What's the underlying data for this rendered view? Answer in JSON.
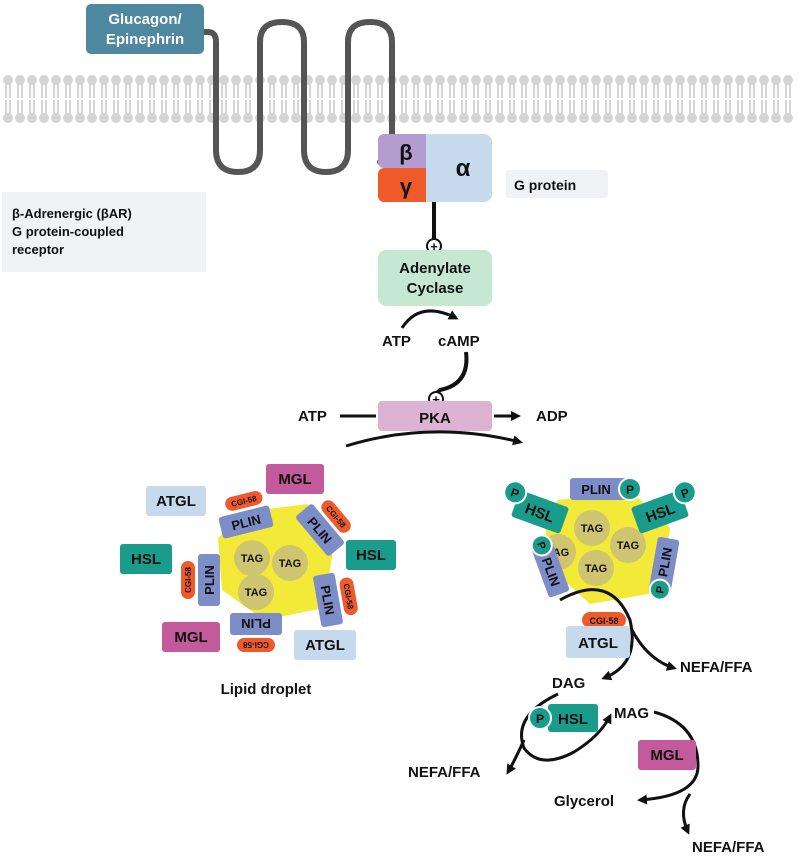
{
  "ligand": {
    "line1": "Glucagon/",
    "line2": "Epinephrin",
    "color": "#4e87a0"
  },
  "receptor": {
    "line1": "β-Adrenergic (βAR)",
    "line2": "G protein-coupled",
    "line3": "receptor"
  },
  "g_protein": {
    "beta": "β",
    "gamma": "γ",
    "alpha": "α",
    "label": "G protein",
    "beta_color": "#b39ccf",
    "gamma_color": "#ef5a2a",
    "alpha_color": "#c7d9ec"
  },
  "adenylate_cyclase": {
    "line1": "Adenylate",
    "line2": "Cyclase",
    "color": "#c6e8d2"
  },
  "activation_sign": "+",
  "atp_left": "ATP",
  "camp": "cAMP",
  "atp_pka": "ATP",
  "pka": {
    "label": "PKA",
    "color": "#dcb3d3"
  },
  "adp": "ADP",
  "droplet_left": {
    "caption": "Lipid droplet",
    "atgl_top": "ATGL",
    "mgl_top": "MGL",
    "hsl_left": "HSL",
    "hsl_right": "HSL",
    "mgl_bottom": "MGL",
    "atgl_bottom": "ATGL",
    "plin_labels": [
      "PLIN",
      "PLIN",
      "PLIN",
      "PLIN",
      "PLIN"
    ],
    "cgi_labels": [
      "CGI-58",
      "CGI-58",
      "CGI-58",
      "CGI-58",
      "CGI-58"
    ],
    "tag_labels": [
      "TAG",
      "TAG",
      "TAG"
    ]
  },
  "droplet_right": {
    "hsl_left": "HSL",
    "hsl_right": "HSL",
    "plin_top": "PLIN",
    "plin_left": "PLIN",
    "plin_right": "PLIN",
    "p": "P",
    "tag_labels": [
      "TAG",
      "TAG",
      "TAG",
      "TAG"
    ],
    "cgi": "CGI-58",
    "atgl": "ATGL"
  },
  "pathway": {
    "nefa1": "NEFA/FFA",
    "dag": "DAG",
    "hsl": "HSL",
    "p": "P",
    "mag": "MAG",
    "nefa2": "NEFA/FFA",
    "mgl": "MGL",
    "glycerol": "Glycerol",
    "nefa3": "NEFA/FFA"
  },
  "colors": {
    "hsl": "#1a9c8c",
    "mgl": "#c35a9c",
    "atgl": "#c7d9ec",
    "plin": "#7d8dc8",
    "cgi": "#ef5a2a",
    "droplet": "#f3e938",
    "tag": "#cfc46f",
    "membrane": "#d4d4d4",
    "info_bg": "#f1f2f4"
  }
}
